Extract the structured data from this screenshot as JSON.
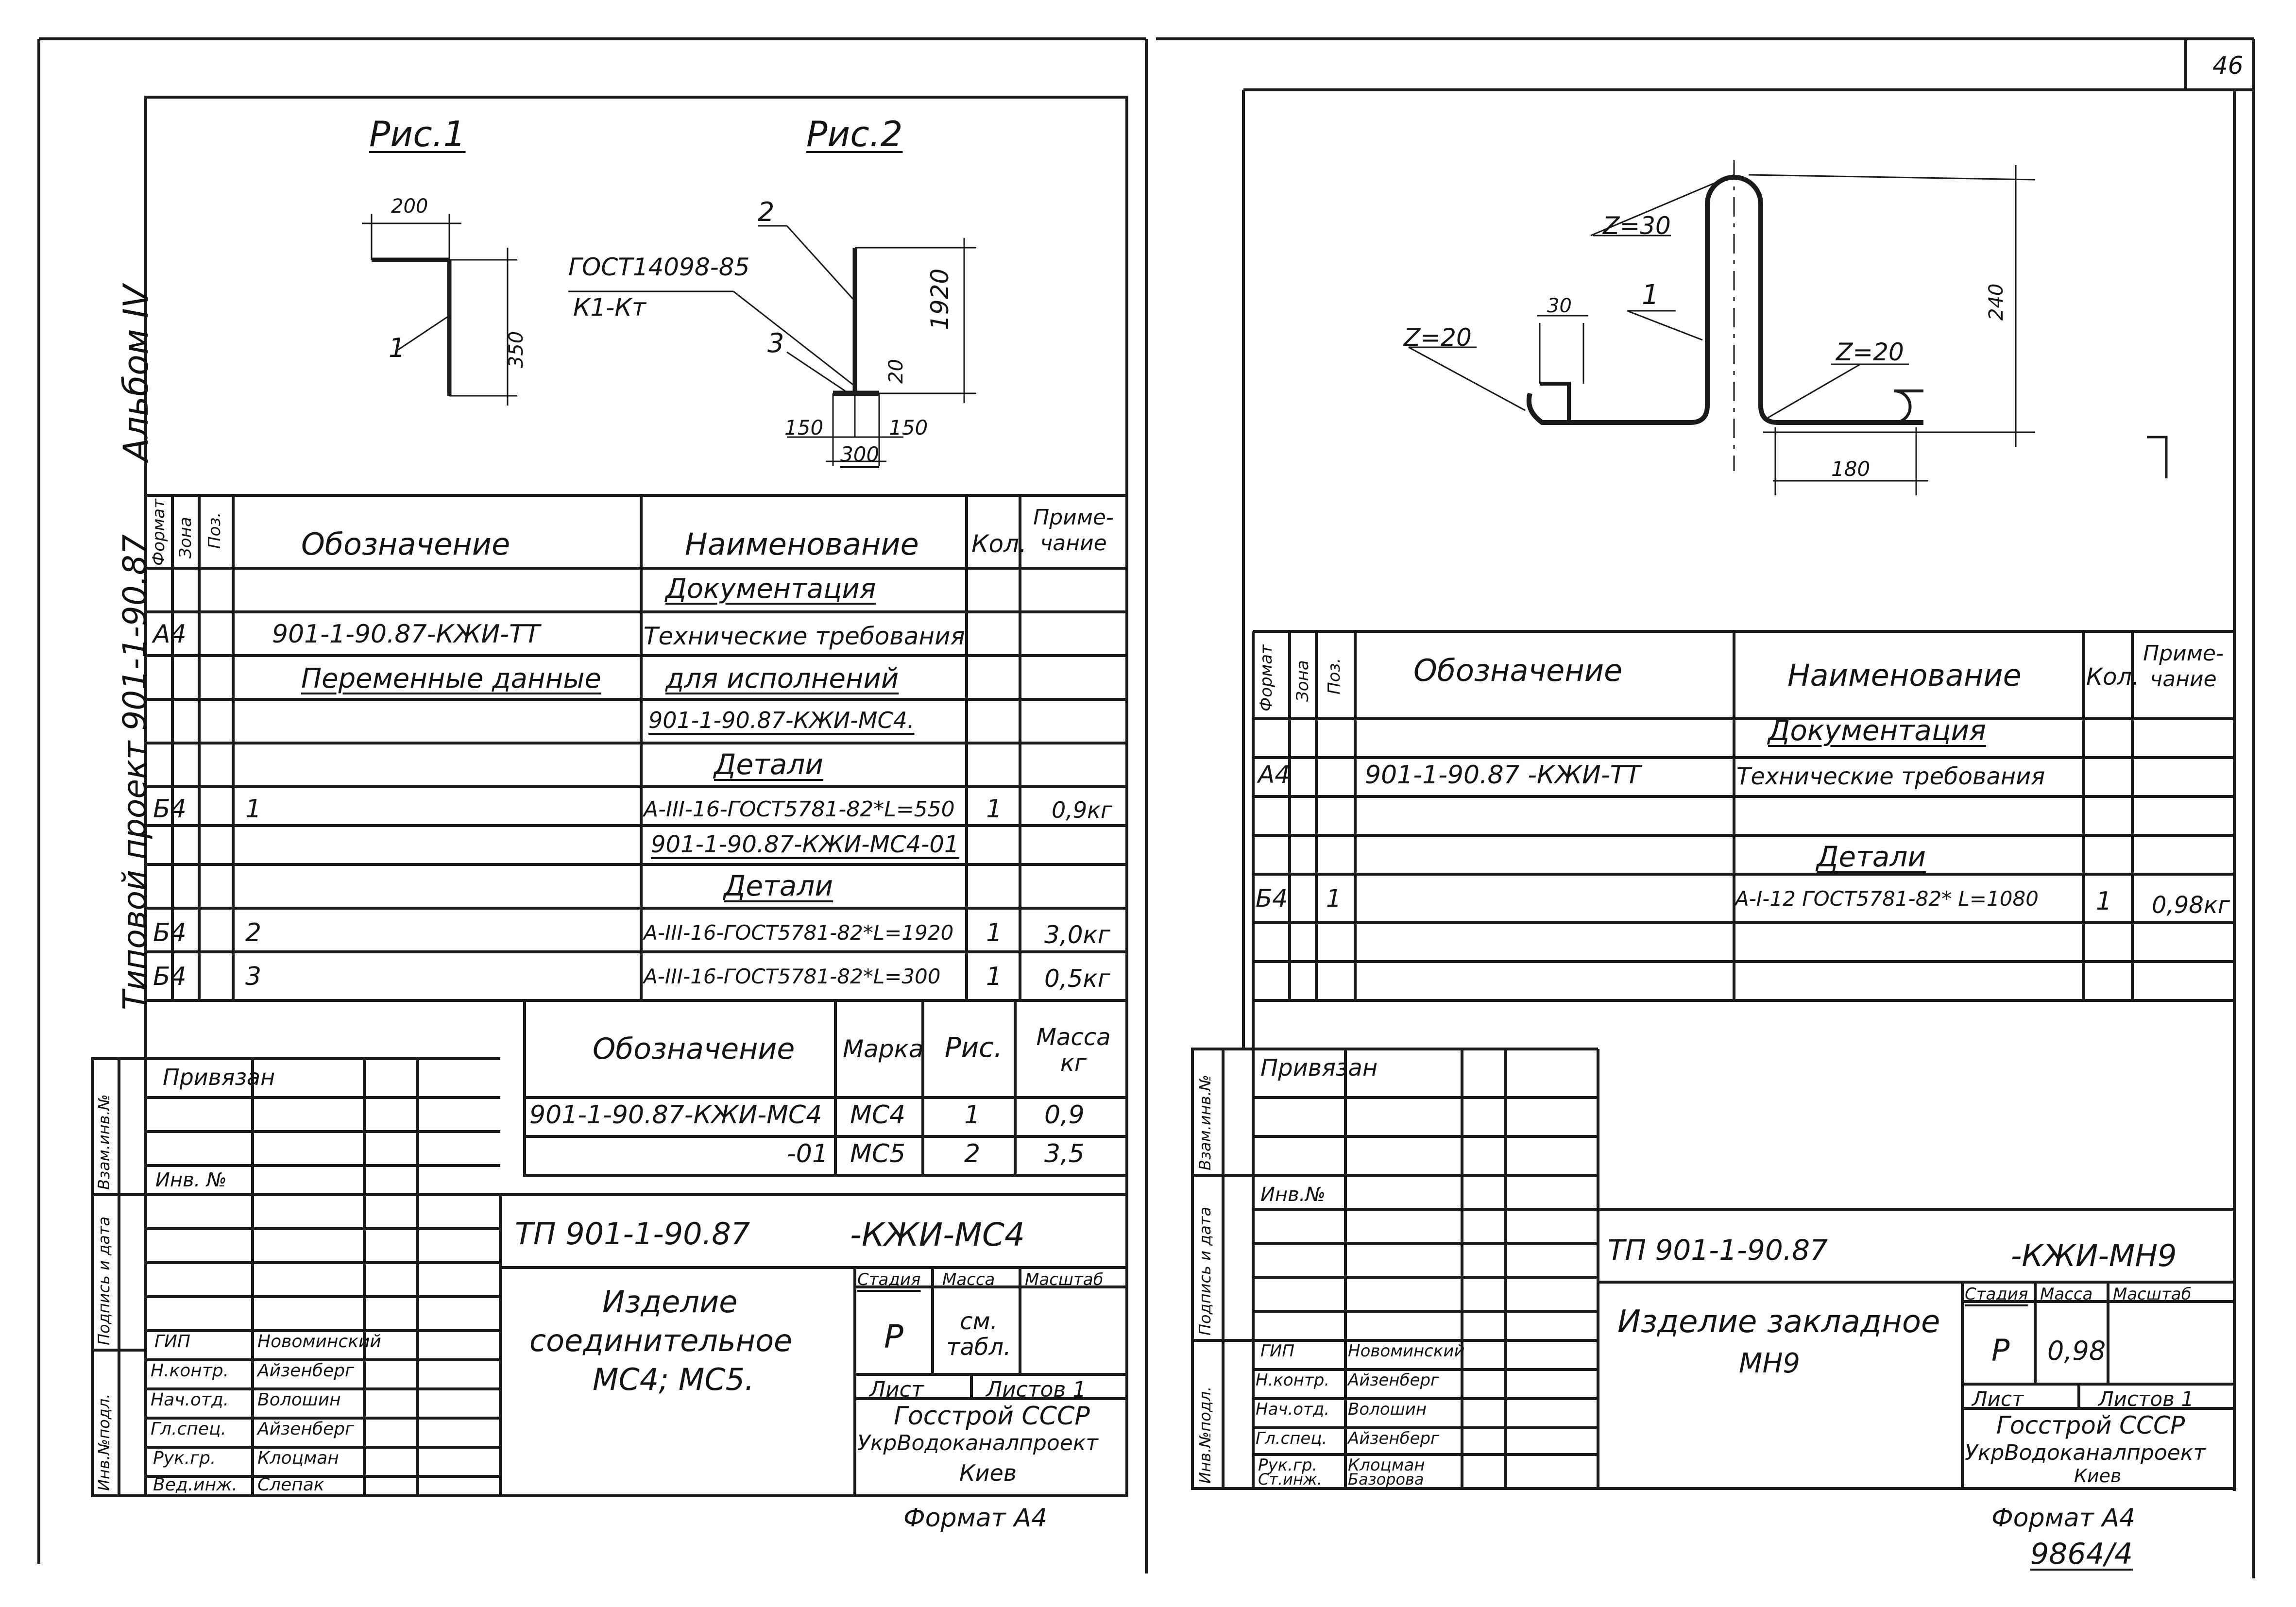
{
  "sheet_number": "46",
  "album_label": "Альбом IV",
  "project_label": "Типовой проект 901-1-90.87",
  "left": {
    "fig1": {
      "title": "Рис.1",
      "dim_w": "200",
      "dim_h": "350",
      "pos": "1"
    },
    "fig2": {
      "title": "Рис.2",
      "gost": "ГОСТ14098-85",
      "kt": "К1-Кт",
      "pos2": "2",
      "pos3": "3",
      "dim_h": "1920",
      "dim_20": "20",
      "dim_150a": "150",
      "dim_150b": "150",
      "dim_300": "300"
    },
    "spec_headers": {
      "format": "Формат",
      "zone": "Зона",
      "pos": "Поз.",
      "designation": "Обозначение",
      "name": "Наименование",
      "qty": "Кол.",
      "note": "Приме-чание"
    },
    "spec_rows": [
      {
        "format": "",
        "pos": "",
        "designation": "",
        "name": "Документация",
        "qty": "",
        "note": ""
      },
      {
        "format": "А4",
        "pos": "",
        "designation": "901-1-90.87-КЖИ-ТТ",
        "name": "Технические требования",
        "qty": "",
        "note": ""
      },
      {
        "format": "",
        "pos": "",
        "designation": "Переменные данные",
        "name": "для исполнений",
        "qty": "",
        "note": ""
      },
      {
        "format": "",
        "pos": "",
        "designation": "",
        "name": "901-1-90.87-КЖИ-МС4.",
        "qty": "",
        "note": ""
      },
      {
        "format": "",
        "pos": "",
        "designation": "",
        "name": "Детали",
        "qty": "",
        "note": ""
      },
      {
        "format": "Б4",
        "pos": "1",
        "designation": "",
        "name": "А-III-16-ГОСТ5781-82*L=550",
        "qty": "1",
        "note": "0,9кг"
      },
      {
        "format": "",
        "pos": "",
        "designation": "",
        "name": "901-1-90.87-КЖИ-МС4-01",
        "qty": "",
        "note": ""
      },
      {
        "format": "",
        "pos": "",
        "designation": "",
        "name": "Детали",
        "qty": "",
        "note": ""
      },
      {
        "format": "Б4",
        "pos": "2",
        "designation": "",
        "name": "А-III-16-ГОСТ5781-82*L=1920",
        "qty": "1",
        "note": "3,0кг"
      },
      {
        "format": "Б4",
        "pos": "3",
        "designation": "",
        "name": "А-III-16-ГОСТ5781-82*L=300",
        "qty": "1",
        "note": "0,5кг"
      }
    ],
    "mark_table": {
      "headers": [
        "Обозначение",
        "Марка",
        "Рис.",
        "Масса кг"
      ],
      "rows": [
        [
          "901-1-90.87-КЖИ-МС4",
          "МС4",
          "1",
          "0,9"
        ],
        [
          "-01",
          "МС5",
          "2",
          "3,5"
        ]
      ]
    },
    "privyazan": "Привязан",
    "inv_no": "Инв. №",
    "doc_code_a": "ТП 901-1-90.87",
    "doc_code_b": "-КЖИ-МС4",
    "title_lines": [
      "Изделие",
      "соединительное",
      "МС4; МС5."
    ],
    "stage_h": "Стадия",
    "mass_h": "Масса",
    "scale_h": "Масштаб",
    "stage": "Р",
    "mass": "см. табл.",
    "sheet_h": "Лист",
    "sheets_h": "Листов 1",
    "org": [
      "Госстрой СССР",
      "УкрВодоканалпроект",
      "Киев"
    ],
    "roles": [
      [
        "ГИП",
        "Новоминский"
      ],
      [
        "Н.контр.",
        "Айзенберг"
      ],
      [
        "Нач.отд.",
        "Волошин"
      ],
      [
        "Гл.спец.",
        "Айзенберг"
      ],
      [
        "Рук.гр.",
        "Клоцман"
      ],
      [
        "Вед.инж.",
        "Слепак"
      ]
    ],
    "side_labels": [
      "Инв.№подл.",
      "Подпись и дата",
      "Взам.инв.№"
    ],
    "format_label": "Формат А4"
  },
  "right": {
    "fig": {
      "z30": "Z=30",
      "z20a": "Z=20",
      "z20b": "Z=20",
      "dim30": "30",
      "pos1": "1",
      "dim240": "240",
      "dim180": "180"
    },
    "spec_headers": {
      "format": "Формат",
      "zone": "Зона",
      "pos": "Поз.",
      "designation": "Обозначение",
      "name": "Наименование",
      "qty": "Кол.",
      "note": "Приме-чание"
    },
    "spec_rows": [
      {
        "format": "",
        "pos": "",
        "designation": "",
        "name": "Документация",
        "qty": "",
        "note": ""
      },
      {
        "format": "А4",
        "pos": "",
        "designation": "901-1-90.87 -КЖИ-ТТ",
        "name": "Технические требования",
        "qty": "",
        "note": ""
      },
      {
        "format": "",
        "pos": "",
        "designation": "",
        "name": "",
        "qty": "",
        "note": ""
      },
      {
        "format": "",
        "pos": "",
        "designation": "",
        "name": "Детали",
        "qty": "",
        "note": ""
      },
      {
        "format": "Б4",
        "pos": "1",
        "designation": "",
        "name": "А-I-12 ГОСТ5781-82* L=1080",
        "qty": "1",
        "note": "0,98кг"
      },
      {
        "format": "",
        "pos": "",
        "designation": "",
        "name": "",
        "qty": "",
        "note": ""
      },
      {
        "format": "",
        "pos": "",
        "designation": "",
        "name": "",
        "qty": "",
        "note": ""
      }
    ],
    "privyazan": "Привязан",
    "inv_no": "Инв.№",
    "doc_code_a": "ТП 901-1-90.87",
    "doc_code_b": "-КЖИ-МН9",
    "title_lines": [
      "Изделие закладное",
      "МН9"
    ],
    "stage_h": "Стадия",
    "mass_h": "Масса",
    "scale_h": "Масштаб",
    "stage": "Р",
    "mass": "0,98",
    "sheet_h": "Лист",
    "sheets_h": "Листов 1",
    "org": [
      "Госстрой СССР",
      "УкрВодоканалпроект",
      "Киев"
    ],
    "roles": [
      [
        "ГИП",
        "Новоминский"
      ],
      [
        "Н.контр.",
        "Айзенберг"
      ],
      [
        "Нач.отд.",
        "Волошин"
      ],
      [
        "Гл.спец.",
        "Айзенберг"
      ],
      [
        "Рук.гр.",
        "Клоцман"
      ],
      [
        "Ст.инж.",
        "Базорова"
      ]
    ],
    "side_labels": [
      "Инв.№подл.",
      "Подпись и дата",
      "Взам.инв.№"
    ],
    "format_label": "Формат А4",
    "archive_no": "9864/4"
  }
}
